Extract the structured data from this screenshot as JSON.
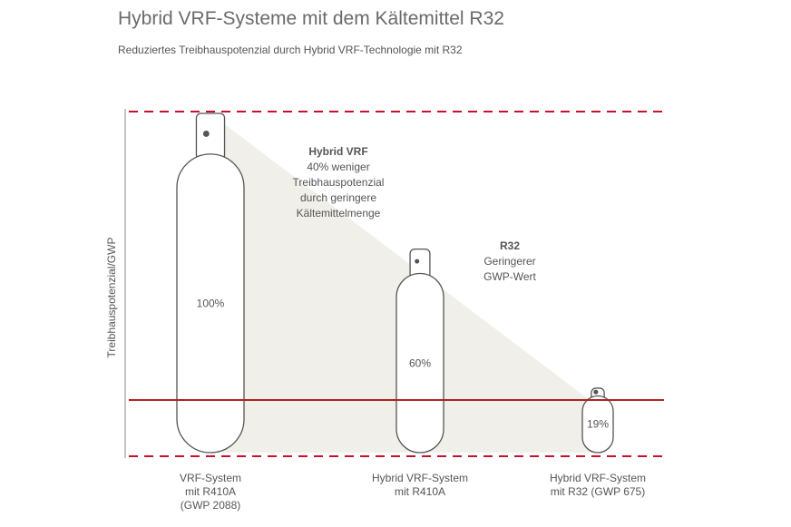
{
  "title": "Hybrid VRF-Systeme mit dem Kältemittel R32",
  "subtitle": "Reduziertes Treibhauspotenzial durch Hybrid VRF-Technologie mit R32",
  "colors": {
    "dashed_line": "#c8102e",
    "baseline": "#b22222",
    "shade": "#f0efe9",
    "cylinder_stroke": "#555555",
    "text": "#555555"
  },
  "chart_data": {
    "type": "bar",
    "ylabel": "Treibhauspotenzial/GWP",
    "ylim": [
      0,
      100
    ],
    "categories": [
      [
        "VRF-System",
        "mit R410A",
        "(GWP 2088)"
      ],
      [
        "Hybrid VRF-System",
        "mit R410A"
      ],
      [
        "Hybrid VRF-System",
        "mit R32 (GWP 675)"
      ]
    ],
    "values": [
      100,
      60,
      19
    ],
    "data_labels": [
      "100%",
      "60%",
      "19%"
    ],
    "annotations": [
      {
        "heading": "Hybrid VRF",
        "lines": [
          "40% weniger",
          "Treibhauspotenzial",
          "durch geringere",
          "Kältemittelmenge"
        ]
      },
      {
        "heading": "R32",
        "lines": [
          "Geringerer",
          "GWP-Wert"
        ]
      }
    ]
  }
}
